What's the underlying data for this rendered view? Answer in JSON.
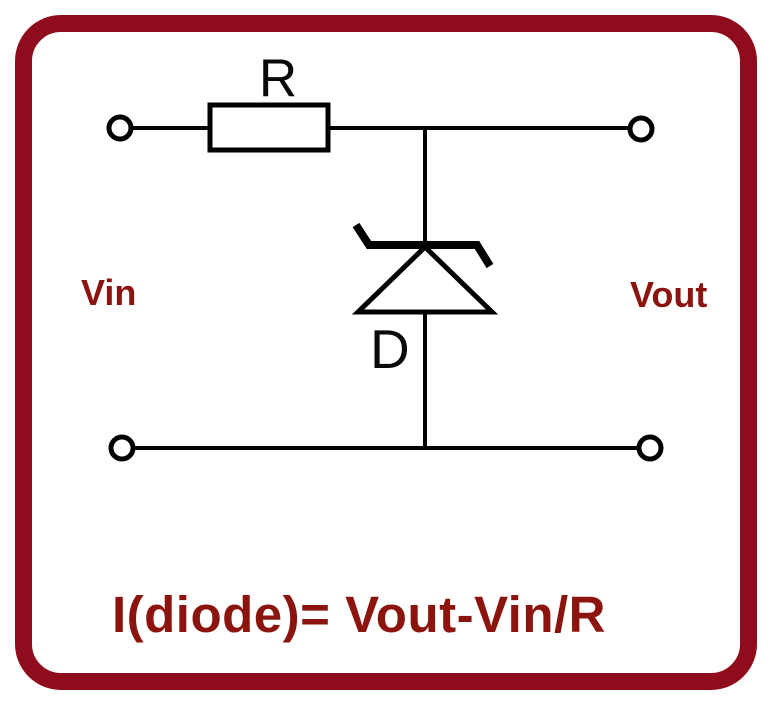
{
  "colors": {
    "background": "#ffffff",
    "frame_border": "#8F0C1C",
    "wire": "#000000",
    "component_fill": "#ffffff",
    "accent_text": "#8B150E",
    "black_label": "#0a0a0a"
  },
  "labels": {
    "resistor": "R",
    "diode": "D",
    "input": "Vin",
    "output": "Vout"
  },
  "formula": "I(diode)= Vout-Vin/R"
}
